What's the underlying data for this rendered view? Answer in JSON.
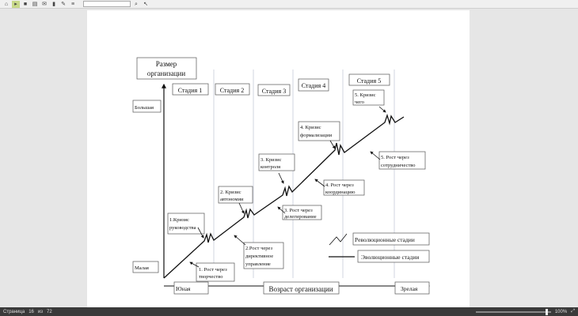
{
  "toolbar": {
    "icons": [
      "home-icon",
      "select-icon",
      "print-icon",
      "save-icon",
      "mail-icon",
      "bookmark-icon",
      "pen-icon",
      "highlight-icon",
      "search-icon",
      "settings-icon"
    ],
    "search_placeholder": ""
  },
  "status": {
    "page_label": "Страница",
    "page": "16",
    "of_label": "из",
    "total": "72",
    "zoom": "100%"
  },
  "diagram": {
    "y_title": [
      "Размер",
      "организации"
    ],
    "y_high": "Большая",
    "y_low": "Малая",
    "stages": [
      "Стадия 1",
      "Стадия 2",
      "Стадия 3",
      "Стадия 4",
      "Стадия 5"
    ],
    "x_title": "Возраст организации",
    "x_young": "Юная",
    "x_mature": "Зрелая",
    "labels": [
      [
        "1.Кризис",
        "руководства"
      ],
      [
        "1. Рост через",
        "творчество"
      ],
      [
        "2. Кризис",
        "автономии"
      ],
      [
        "2.Рост через",
        "директивное",
        "управление"
      ],
      [
        "3. Кризис",
        "контроля"
      ],
      [
        "3. Рост через",
        "делегирование"
      ],
      [
        "4. Кризис",
        "формализации"
      ],
      [
        "4. Рост через",
        "координацию"
      ],
      [
        "5. Кризис",
        "чего"
      ],
      [
        "5. Рост  через",
        "сотрудничество"
      ]
    ],
    "legend": {
      "revolution": "Революционные стадии",
      "evolution": "Эволюционные стадии"
    }
  }
}
